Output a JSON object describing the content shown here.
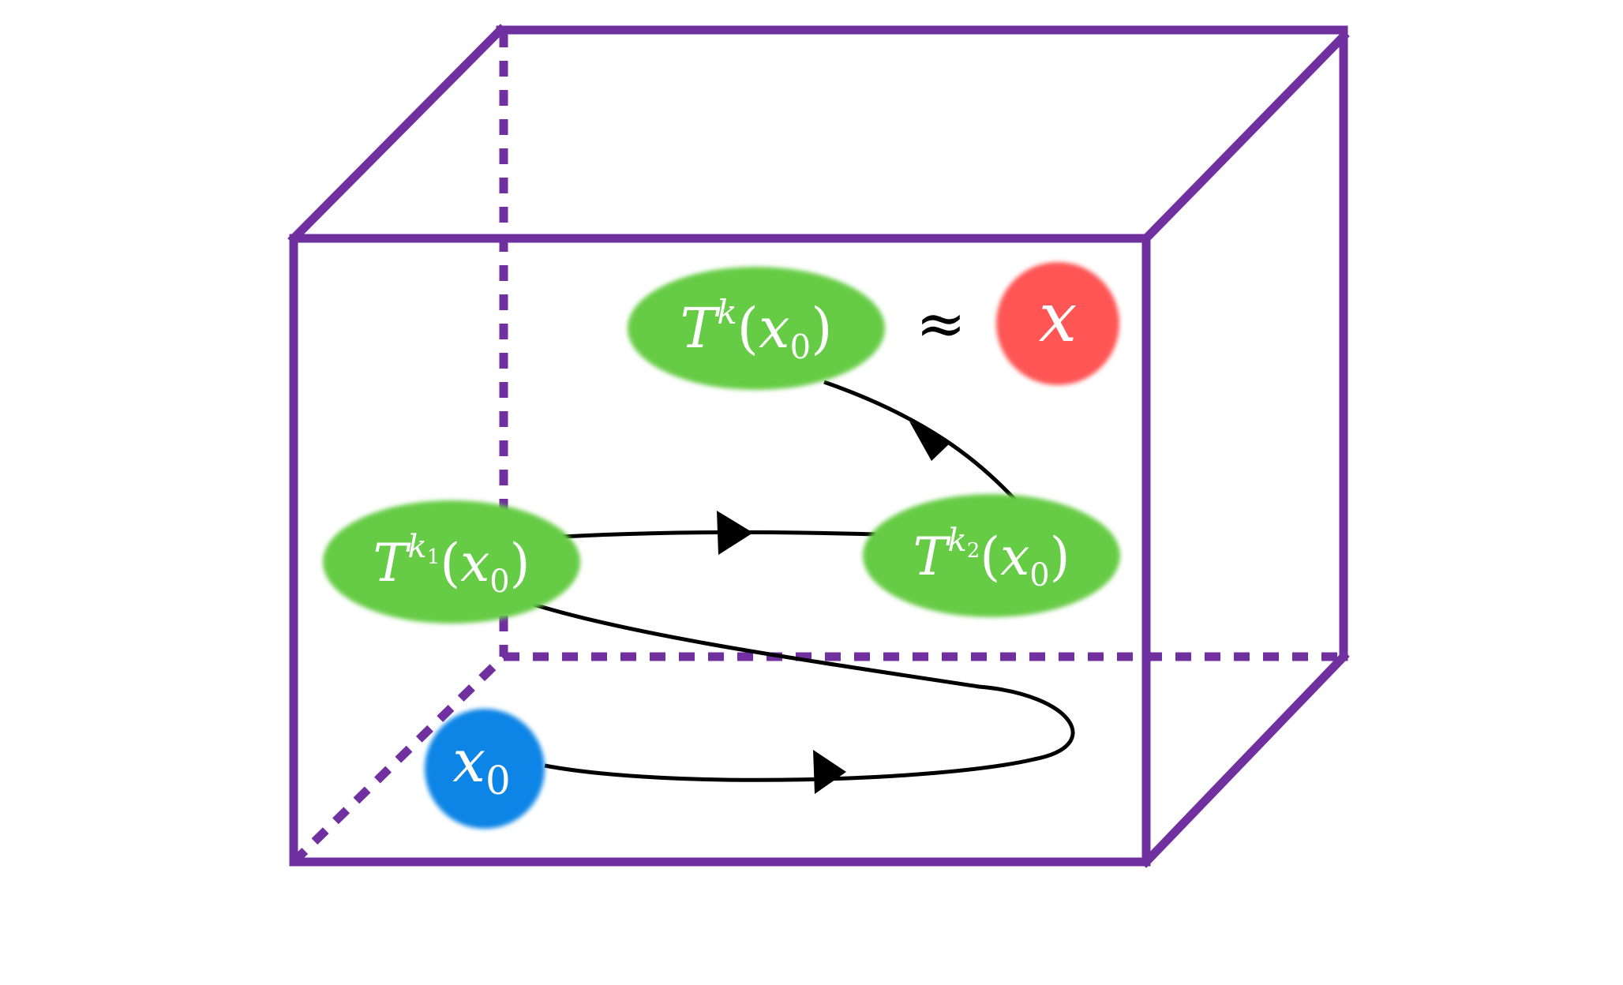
{
  "diagram": {
    "colors": {
      "box_edge": "#7030a0",
      "iterate_node": "#66cc44",
      "start_node": "#1185e6",
      "target_node": "#ff5555",
      "trajectory": "#000000"
    },
    "nodes": {
      "start": {
        "symbol": "x",
        "subscript": "0"
      },
      "iterate_k1": {
        "operator": "T",
        "exponent": "k",
        "exponent_index": "1",
        "open_paren": "(",
        "argument": "x",
        "argument_index": "0",
        "close_paren": ")"
      },
      "iterate_k2": {
        "operator": "T",
        "exponent": "k",
        "exponent_index": "2",
        "open_paren": "(",
        "argument": "x",
        "argument_index": "0",
        "close_paren": ")"
      },
      "iterate_k": {
        "operator": "T",
        "exponent": "k",
        "open_paren": "(",
        "argument": "x",
        "argument_index": "0",
        "close_paren": ")"
      },
      "target": {
        "symbol": "x"
      }
    },
    "relation": {
      "symbol": "≈"
    }
  }
}
